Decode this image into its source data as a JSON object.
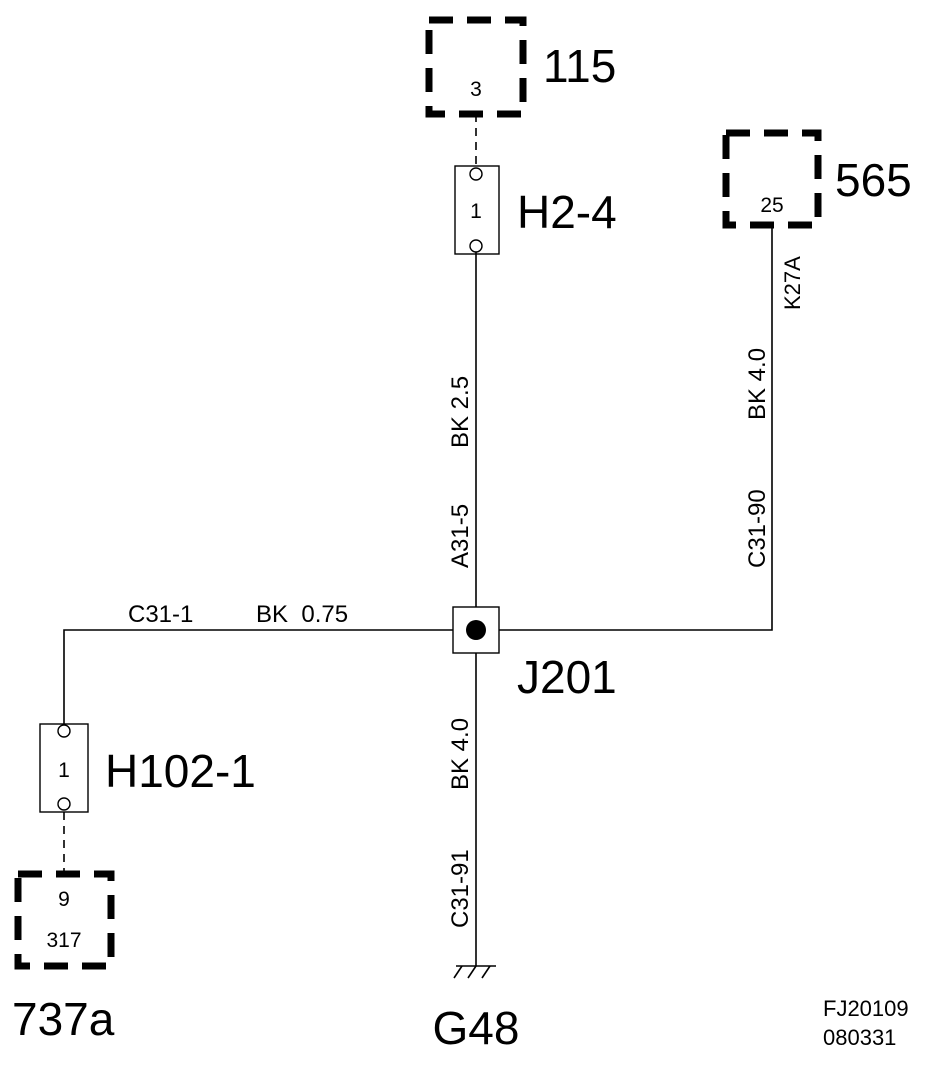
{
  "components": {
    "c115": {
      "label": "115",
      "pin": "3"
    },
    "c565": {
      "label": "565",
      "pin": "25"
    },
    "c317": {
      "label": "317",
      "pin": "9",
      "group_label": "737a"
    }
  },
  "connectors": {
    "h2": {
      "label": "H2-4",
      "pin": "1"
    },
    "h102": {
      "label": "H102-1",
      "pin": "1"
    }
  },
  "splice": {
    "label": "J201"
  },
  "ground": {
    "label": "G48"
  },
  "wires": {
    "a31_5": {
      "id": "A31-5",
      "spec": "BK  2.5"
    },
    "c31_1": {
      "id": "C31-1",
      "spec": "BK  0.75"
    },
    "c31_90": {
      "id": "C31-90",
      "spec": "BK  4.0",
      "extra": "K27A"
    },
    "c31_91": {
      "id": "C31-91",
      "spec": "BK  4.0"
    }
  },
  "figure_code": {
    "line1": "FJ20109",
    "line2": "080331"
  }
}
